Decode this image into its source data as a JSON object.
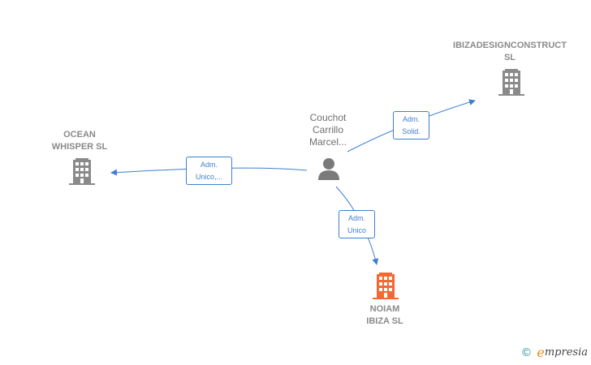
{
  "colors": {
    "edge": "#3f7fd0",
    "company": "#8a8a8a",
    "highlight": "#f26a32",
    "person": "#7a7a7a"
  },
  "nodes": {
    "ibiza_design": {
      "line1": "IBIZADESIGNCONSTRUCT",
      "line2": "SL",
      "icon": "building-icon"
    },
    "ocean_whisper": {
      "line1": "OCEAN",
      "line2": "WHISPER  SL",
      "icon": "building-icon"
    },
    "person": {
      "line1": "Couchot",
      "line2": "Carrillo",
      "line3": "Marcel...",
      "icon": "person-icon"
    },
    "noiam": {
      "line1": "NOIAM",
      "line2": "IBIZA  SL",
      "icon": "building-icon"
    }
  },
  "edges": {
    "to_ibiza": {
      "line1": "Adm.",
      "line2": "Solid."
    },
    "to_ocean": {
      "line1": "Adm.",
      "line2": "Unico,..."
    },
    "to_noiam": {
      "line1": "Adm.",
      "line2": "Unico"
    }
  },
  "watermark": {
    "symbol": "©",
    "brand_first": "e",
    "brand_rest": "mpresia"
  }
}
